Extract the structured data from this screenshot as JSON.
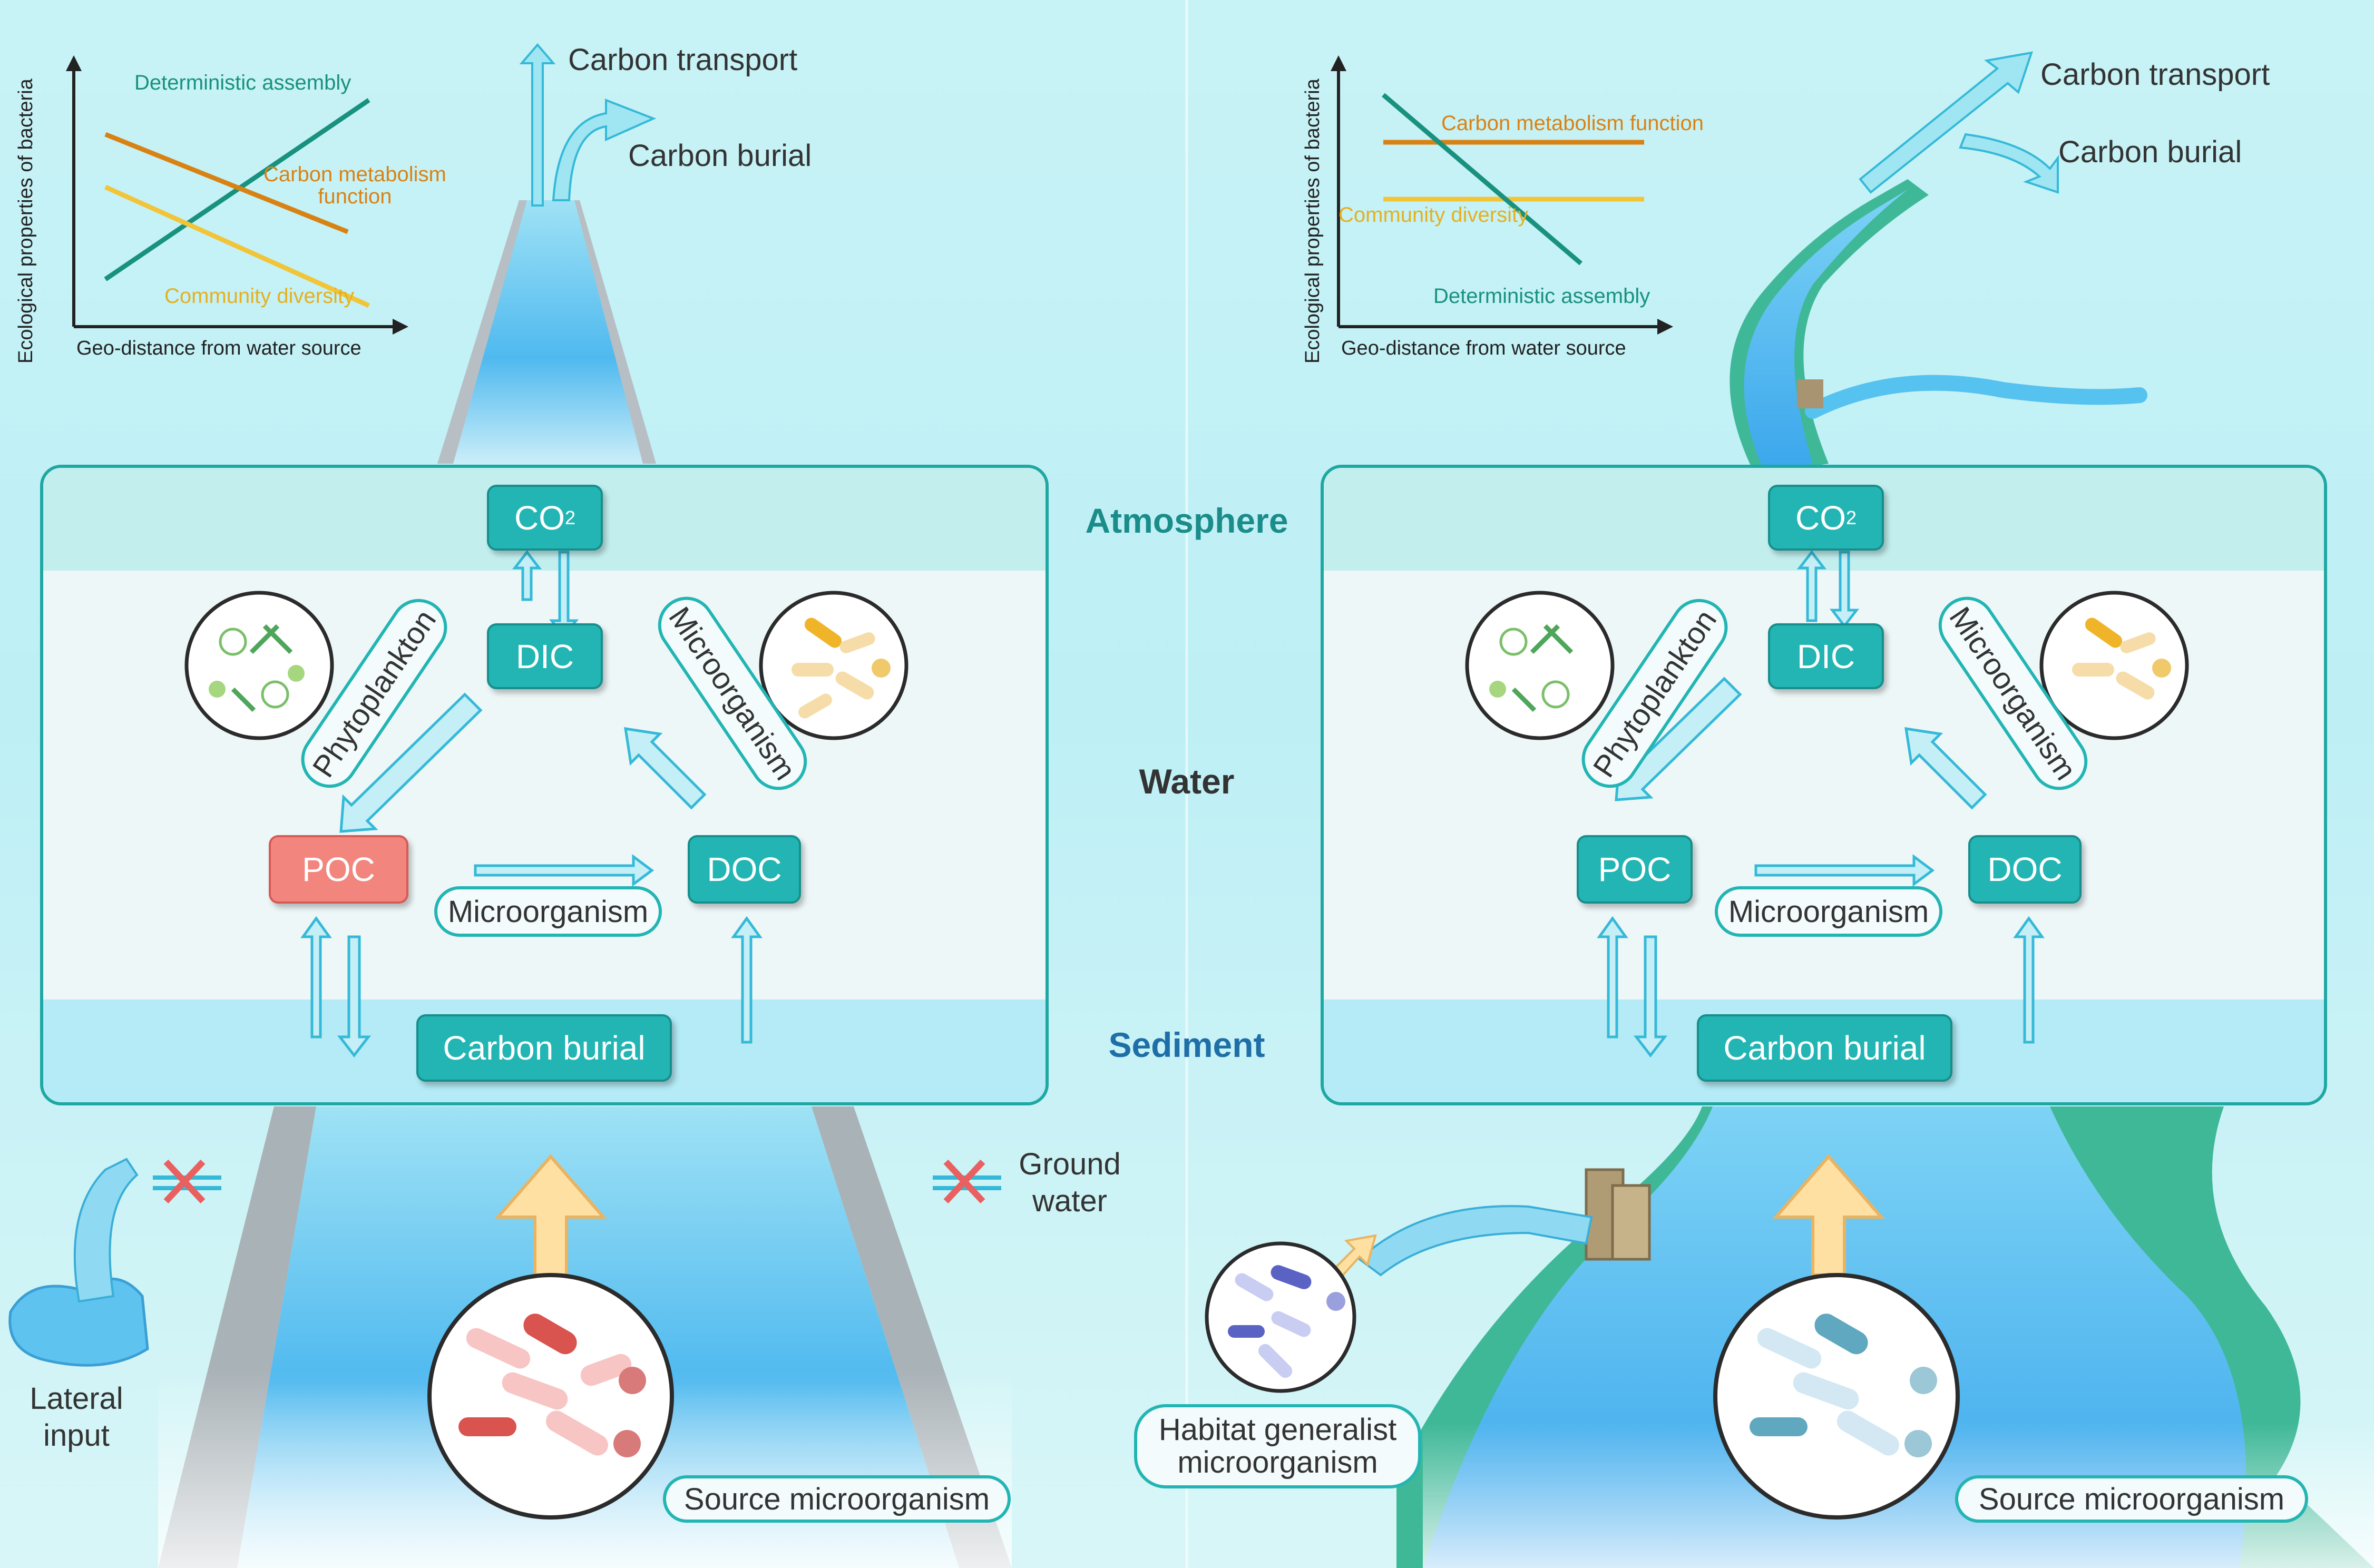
{
  "layers": {
    "atmosphere": "Atmosphere",
    "water": "Water",
    "sediment": "Sediment"
  },
  "left_panel": {
    "nodes": {
      "co2_main": "CO",
      "co2_sub": "2",
      "dic": "DIC",
      "poc": "POC",
      "doc": "DOC",
      "burial": "Carbon burial"
    },
    "pills": {
      "phyto": "Phytoplankton",
      "micro_diag": "Microorganism",
      "micro_h": "Microorganism",
      "source": "Source microorganism"
    },
    "labels": {
      "transport": "Carbon transport",
      "burial": "Carbon burial",
      "lateral": "Lateral\ninput",
      "ground": "Ground\nwater"
    },
    "graph": {
      "ylabel": "Ecological properties of bacteria",
      "xlabel": "Geo-distance from water source",
      "series": [
        {
          "name": "Deterministic assembly",
          "color": "#19917f",
          "trend": "increasing"
        },
        {
          "name": "Carbon metabolism\nfunction",
          "color": "#d98214",
          "trend": "decreasing"
        },
        {
          "name": "Community diversity",
          "color": "#f2c437",
          "trend": "decreasing"
        }
      ]
    }
  },
  "right_panel": {
    "nodes": {
      "co2_main": "CO",
      "co2_sub": "2",
      "dic": "DIC",
      "poc": "POC",
      "doc": "DOC",
      "burial": "Carbon burial"
    },
    "pills": {
      "phyto": "Phytoplankton",
      "micro_diag": "Microorganism",
      "micro_h": "Microorganism",
      "source": "Source microorganism",
      "generalist": "Habitat generalist\nmicroorganism"
    },
    "labels": {
      "transport": "Carbon transport",
      "burial": "Carbon burial"
    },
    "graph": {
      "ylabel": "Ecological properties of bacteria",
      "xlabel": "Geo-distance from water source",
      "series": [
        {
          "name": "Carbon metabolism function",
          "color": "#d98214",
          "trend": "flat"
        },
        {
          "name": "Community diversity",
          "color": "#f2c437",
          "trend": "flat"
        },
        {
          "name": "Deterministic assembly",
          "color": "#19917f",
          "trend": "decreasing"
        }
      ]
    }
  }
}
